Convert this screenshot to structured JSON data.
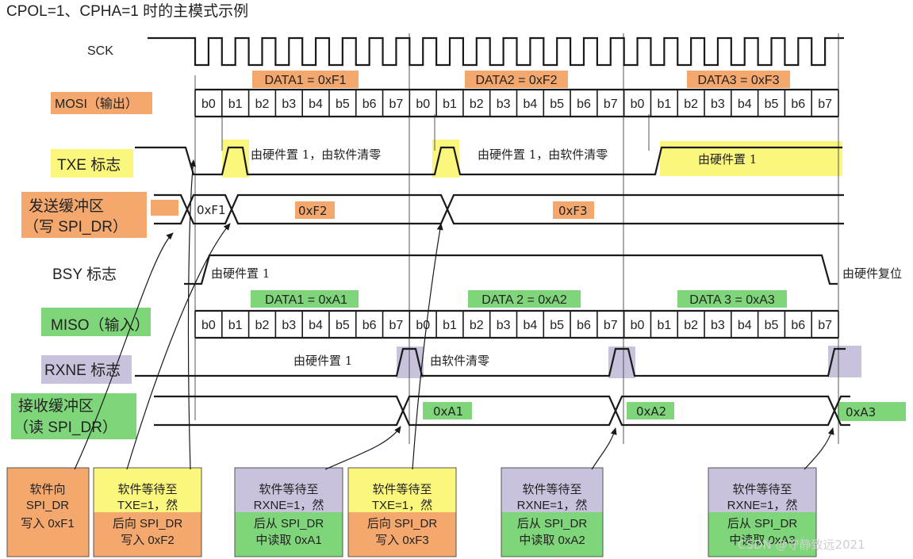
{
  "title": "CPOL=1、CPHA=1 时的主模式示例",
  "colors": {
    "orange": "#f5a86e",
    "yellow": "#fbf77d",
    "green": "#7fd67a",
    "purple": "#c9c2dd",
    "line": "#1a1a1a"
  },
  "bit_labels": [
    "b0",
    "b1",
    "b2",
    "b3",
    "b4",
    "b5",
    "b6",
    "b7"
  ],
  "rows": {
    "sck": "SCK",
    "mosi": "MOSI（输出）",
    "txe": "TXE 标志",
    "txbuf_line1": "发送缓冲区",
    "txbuf_line2": "（写 SPI_DR）",
    "bsy": "BSY 标志",
    "miso": "MISO（输入）",
    "rxne": "RXNE 标志",
    "rxbuf_line1": "接收缓冲区",
    "rxbuf_line2": "（读 SPI_DR）"
  },
  "mosi_data": [
    "DATA1 = 0xF1",
    "DATA2 = 0xF2",
    "DATA3 = 0xF3"
  ],
  "miso_data": [
    "DATA1 = 0xA1",
    "DATA 2 = 0xA2",
    "DATA 3 = 0xA3"
  ],
  "txe_notes": [
    "由硬件置 1，由软件清零",
    "由硬件置 1，由软件清零",
    "由硬件置 1"
  ],
  "tx_buffer_values": [
    "0xF1",
    "0xF2",
    "0xF3"
  ],
  "bsy_notes": [
    "由硬件置 1",
    "由硬件复位"
  ],
  "rxne_notes": [
    "由硬件置 1",
    "由软件清零"
  ],
  "rx_buffer_values": [
    "0xA1",
    "0xA2",
    "0xA3"
  ],
  "boxes": [
    {
      "lines": [
        "软件向",
        "SPI_DR",
        "写入 0xF1"
      ]
    },
    {
      "lines": [
        "软件等待至",
        "TXE=1，然",
        "后向 SPI_DR",
        "写入 0xF2"
      ]
    },
    {
      "lines": [
        "软件等待至",
        "RXNE=1，然",
        "后从 SPI_DR",
        "中读取 0xA1"
      ]
    },
    {
      "lines": [
        "软件等待至",
        "TXE=1，然",
        "后向 SPI_DR",
        "写入 0xF3"
      ]
    },
    {
      "lines": [
        "软件等待至",
        "RXNE=1，然",
        "后从 SPI_DR",
        "中读取 0xA2"
      ]
    },
    {
      "lines": [
        "软件等待至",
        "RXNE=1，然",
        "后从 SPI_DR",
        "中读取 0xA3"
      ]
    }
  ],
  "watermark": "CSDN @守静致远2021"
}
